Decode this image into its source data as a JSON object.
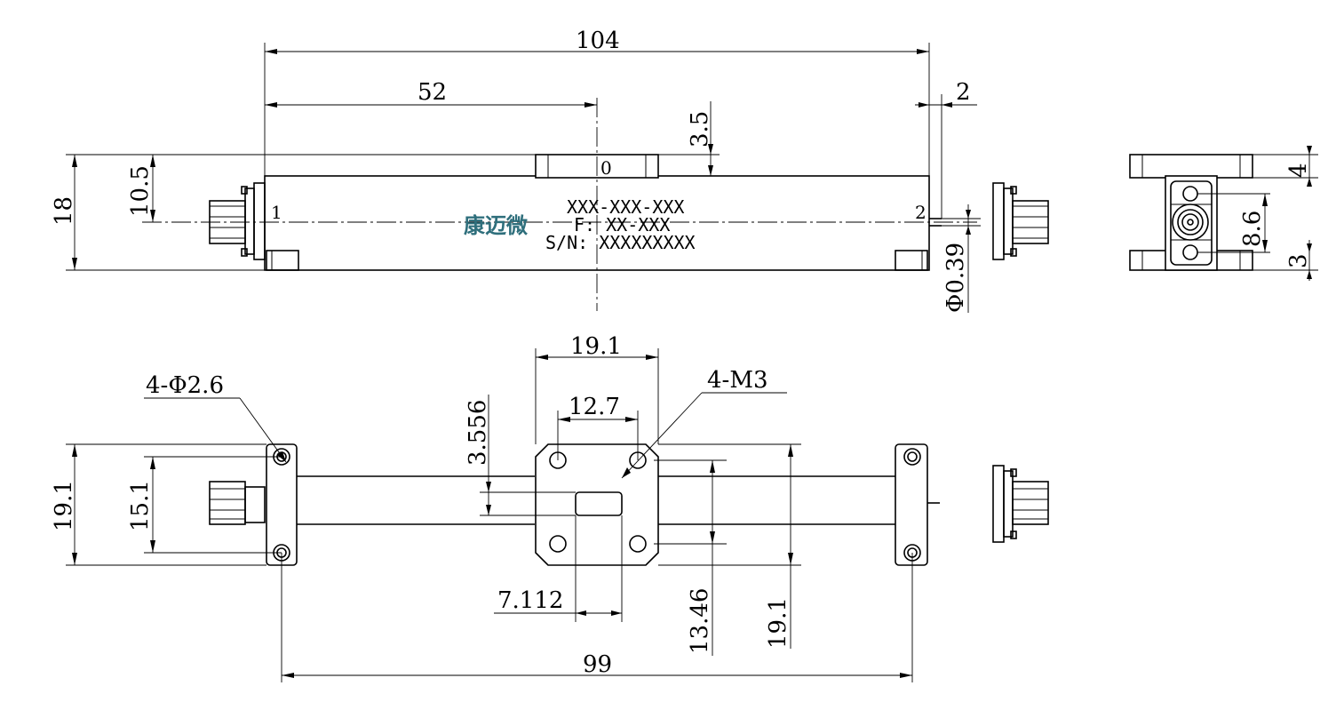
{
  "drawing": {
    "top_view": {
      "dim_total_length": "104",
      "dim_half_length": "52",
      "dim_pin_offset": "2",
      "dim_flange_height": "3.5",
      "dim_height": "18",
      "dim_center_height": "10.5",
      "dim_pin_dia": "Φ0.39",
      "port1": "1",
      "port2": "2",
      "port0": "0",
      "label_model": "XXX-XXX-XXX",
      "label_freq": "F: XX-XXX",
      "label_sn": "S/N: XXXXXXXXX",
      "logo": "康迈微"
    },
    "end_view": {
      "dim_top": "4",
      "dim_spacing": "8.6",
      "dim_bottom": "3"
    },
    "bottom_view": {
      "dim_flange_width": "19.1",
      "dim_bolt_spacing": "12.7",
      "dim_thread": "4-M3",
      "dim_hole": "4-Φ2.6",
      "dim_slot_height": "3.556",
      "dim_left_height": "19.1",
      "dim_left_hole_spacing": "15.1",
      "dim_slot_width": "7.112",
      "dim_right_bolt": "13.46",
      "dim_right_height": "19.1",
      "dim_hole_spacing_total": "99"
    }
  }
}
